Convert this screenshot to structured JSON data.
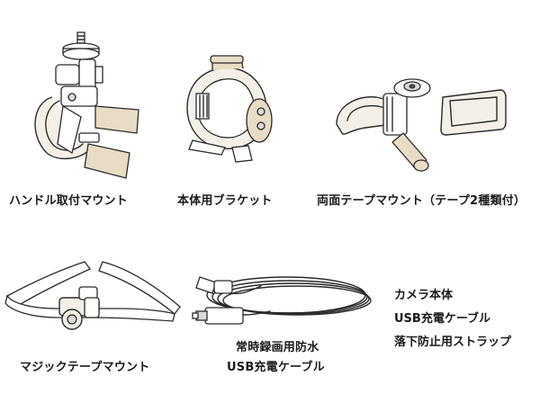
{
  "items": [
    {
      "label": "ハンドル取付マウント",
      "icon": "handlebar-mount-icon"
    },
    {
      "label": "本体用ブラケット",
      "icon": "body-bracket-icon"
    },
    {
      "label": "両面テープマウント（テープ2種類付）",
      "icon": "adhesive-tape-mount-icon"
    },
    {
      "label": "マジックテープマウント",
      "icon": "velcro-strap-mount-icon"
    },
    {
      "label_line1": "常時録画用防水",
      "label_line2": "USB充電ケーブル",
      "icon": "usb-cable-icon"
    }
  ],
  "contents": [
    "カメラ本体",
    "USB充電ケーブル",
    "落下防止用ストラップ"
  ],
  "colors": {
    "stroke": "#2a2a2a",
    "accent_fill": "#e9dcc4",
    "background": "#ffffff"
  }
}
